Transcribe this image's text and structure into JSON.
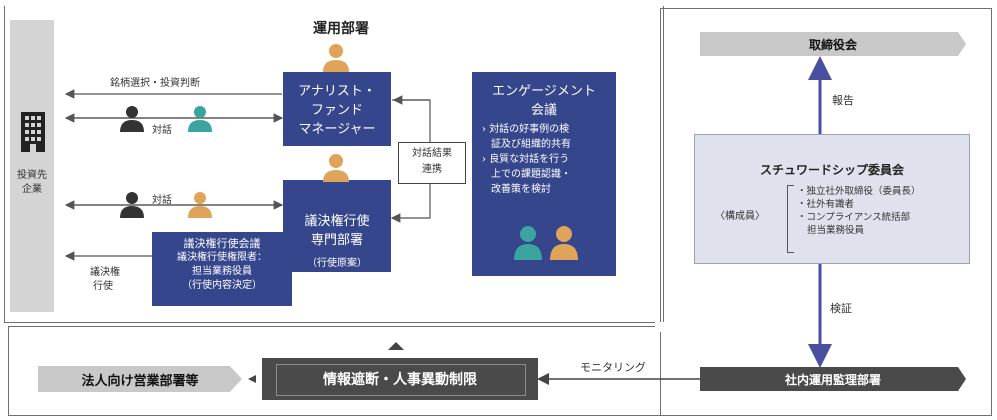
{
  "dept_title": "運用部署",
  "investee": {
    "line1": "投資先",
    "line2": "企業"
  },
  "analyst_box": {
    "line1": "アナリスト・",
    "line2": "ファンド",
    "line3": "マネージャー"
  },
  "voting_dept_box": {
    "line1": "議決権行使",
    "line2": "専門部署"
  },
  "proposal_label": "（行使原案）",
  "voting_council": {
    "title": "議決権行使会議",
    "line2": "議決権行使権限者：",
    "line3": "担当業務役員",
    "line4": "（行使内容決定）"
  },
  "engagement": {
    "title1": "エンゲージメント",
    "title2": "会議",
    "bullets": [
      "対話の好事例の検",
      "証及び組織的共有",
      "良質な対話を行う",
      "上での課題認識・",
      "改善策を検討"
    ]
  },
  "coordination": {
    "line1": "対話結果",
    "line2": "連携"
  },
  "labels": {
    "stock_selection": "銘柄選択・投資判断",
    "dialogue1": "対話",
    "dialogue2": "対話",
    "exercise1": "議決権",
    "exercise2": "行使"
  },
  "board": "取締役会",
  "report": "報告",
  "stewardship": {
    "title": "スチュワードシップ委員会",
    "members_label": "〈構成員〉",
    "members": [
      "独立社外取締役（委員長）",
      "社外有識者",
      "コンプライアンス統括部",
      "担当業務役員"
    ]
  },
  "verification": "検証",
  "monitoring": "モニタリング",
  "oversight_dept": "社内運用監理部署",
  "info_barrier": "情報遮断・人事異動制限",
  "corporate_sales": "法人向け営業部署等",
  "colors": {
    "navy": "#2f3f85",
    "box_light": "#dfe2ec",
    "band_gray": "#c8c8c8",
    "band_dark": "#4a4a4a",
    "arrow_purple": "#4a4fa0"
  }
}
